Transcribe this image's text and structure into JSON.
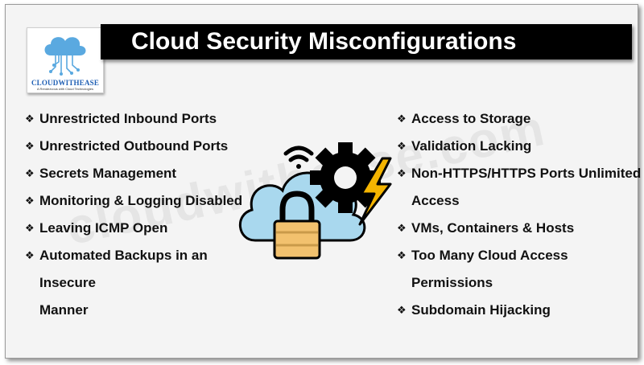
{
  "title": "Cloud Security Misconfigurations",
  "logo": {
    "brand": "CLOUDWITHEASE",
    "tagline": "A Rendezvous with Cloud Technologies"
  },
  "watermark": "cloudwithease.com",
  "left_items": [
    "Unrestricted Inbound Ports",
    "Unrestricted Outbound Ports",
    "Secrets Management",
    "Monitoring & Logging Disabled",
    "Leaving ICMP Open",
    "Automated Backups in an Insecure",
    "Manner"
  ],
  "right_items": [
    "Access to Storage",
    "Validation Lacking",
    "Non-HTTPS/HTTPS Ports Unlimited",
    "Access",
    "VMs, Containers & Hosts",
    "Too Many Cloud Access Permissions",
    "Subdomain Hijacking"
  ],
  "bullet": "❖",
  "colors": {
    "title_bg": "#000000",
    "title_fg": "#ffffff",
    "cloud": "#a9d8ee",
    "cloud_outline": "#000000",
    "lock_body": "#f2c16e",
    "lightning": "#f4b400"
  },
  "icons": [
    "cloud-icon",
    "wifi-icon",
    "gear-icon",
    "lightning-icon",
    "padlock-icon"
  ]
}
